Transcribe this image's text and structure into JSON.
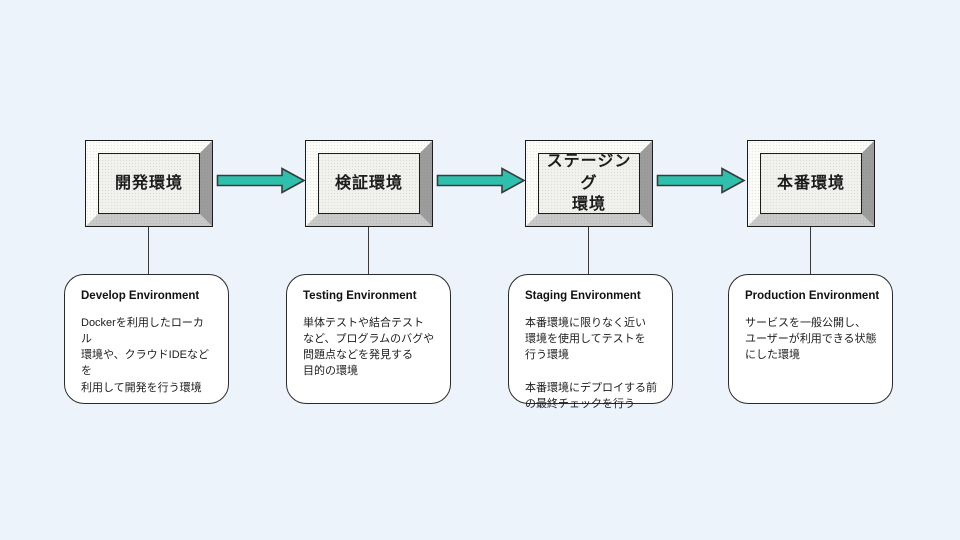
{
  "colors": {
    "background": "#EDF3FA",
    "arrow_fill": "#2EC0AC",
    "arrow_stroke": "#3A3A3A",
    "box_face": "#F1F1EE",
    "bevel_light": "#FBFBF8",
    "bevel_dark": "#9C9C9C"
  },
  "stages": [
    {
      "title": "開発環境",
      "desc_title": "Develop Environment",
      "desc_body": "Dockerを利用したローカル\n環境や、クラウドIDEなどを\n利用して開発を行う環境"
    },
    {
      "title": "検証環境",
      "desc_title": "Testing Environment",
      "desc_body": "単体テストや結合テスト\nなど、プログラムのバグや\n問題点などを発見する\n目的の環境"
    },
    {
      "title": "ステージング\n環境",
      "desc_title": "Staging Environment",
      "desc_body": "本番環境に限りなく近い\n環境を使用してテストを\n行う環境\n\n本番環境にデプロイする前\nの最終チェックを行う"
    },
    {
      "title": "本番環境",
      "desc_title": "Production Environment",
      "desc_body": "サービスを一般公開し、\nユーザーが利用できる状態\nにした環境"
    }
  ]
}
